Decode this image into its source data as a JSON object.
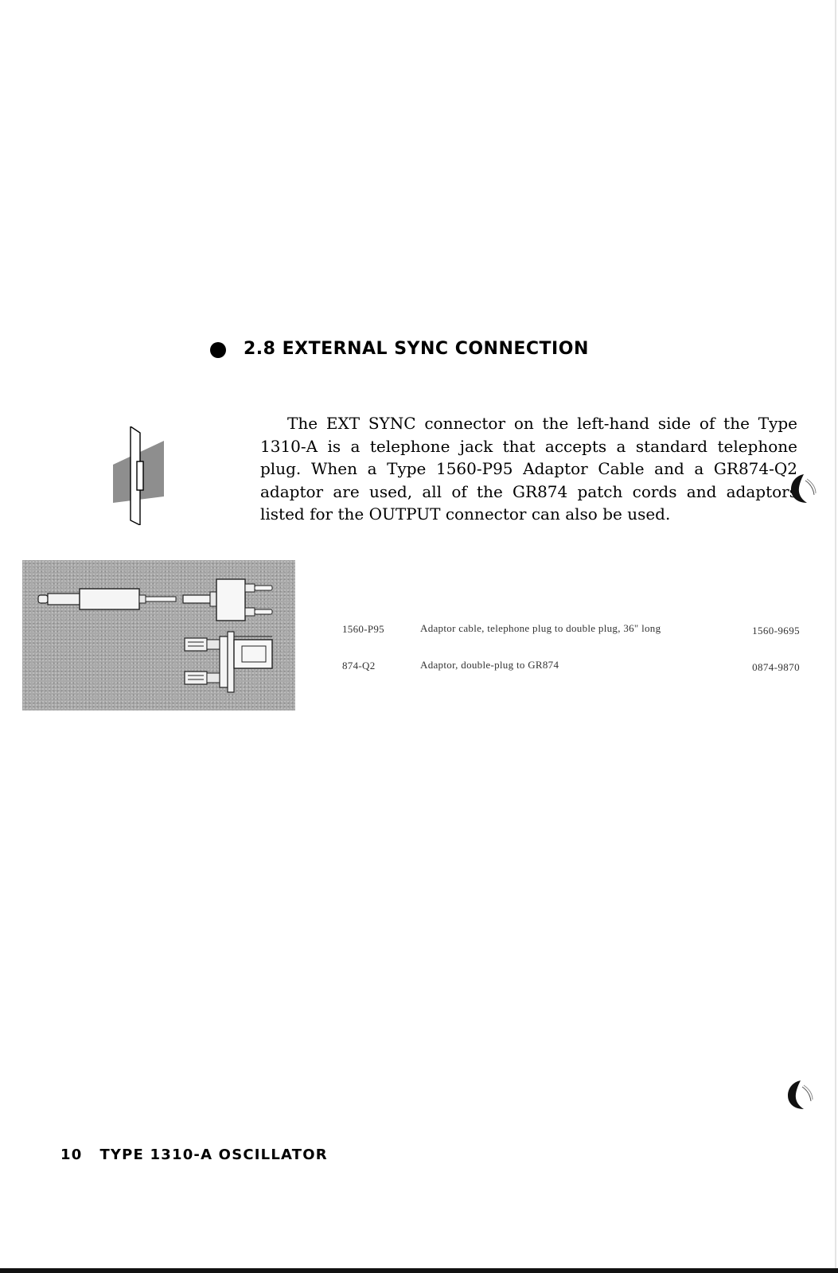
{
  "section": {
    "heading": "2.8 EXTERNAL SYNC CONNECTION"
  },
  "body": {
    "paragraph": "The EXT SYNC connector on the left-hand side of the Type 1310-A is a telephone jack that accepts a standard telephone plug. When a Type 1560-P95 Adaptor Cable and a GR874-Q2 adaptor are used, all of the GR874 patch cords and adaptors listed for the OUTPUT connector can also be used."
  },
  "parts": [
    {
      "number": "1560-P95",
      "description": "Adaptor cable, telephone plug to double plug, 36\" long",
      "code": "1560-9695"
    },
    {
      "number": "874-Q2",
      "description": "Adaptor, double-plug to GR874",
      "code": "0874-9870"
    }
  ],
  "footer": {
    "page_number": "10",
    "title": "TYPE 1310-A OSCILLATOR"
  },
  "icons": {
    "section_bullet": "filled-circle-bullet",
    "jack_location": "side-panel-jack-diagram",
    "photo": "adaptor-cable-photo",
    "page_marks": "binder-hole-mark"
  }
}
